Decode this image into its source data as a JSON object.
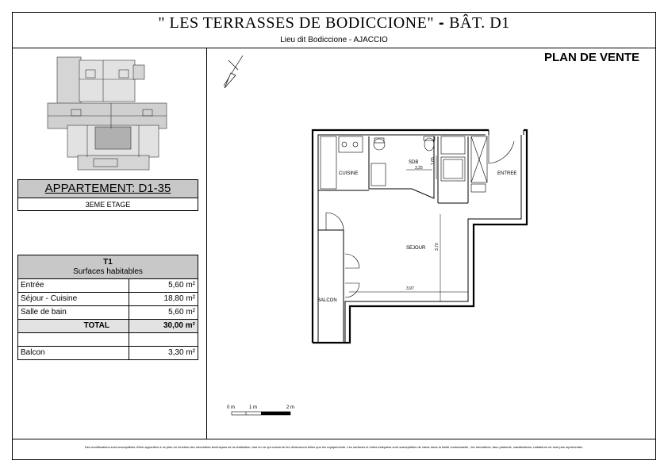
{
  "header": {
    "title_main": "\" LES TERRASSES DE BODICCIONE\"",
    "title_dash": "-",
    "title_bat": "BÂT. D1",
    "subtitle": "Lieu dit Bodiccione - AJACCIO",
    "plan_label": "PLAN DE VENTE"
  },
  "apartment": {
    "name": "APPARTEMENT: D1-35",
    "floor": "3EME ETAGE"
  },
  "surfaces": {
    "type": "T1",
    "caption": "Surfaces habitables",
    "rows": [
      {
        "label": "Entrée",
        "value": "5,60 m²"
      },
      {
        "label": "Séjour - Cuisine",
        "value": "18,80 m²"
      },
      {
        "label": "Salle de bain",
        "value": "5,60 m²"
      }
    ],
    "total_label": "TOTAL",
    "total_value": "30,00 m²",
    "balcony_label": "Balcon",
    "balcony_value": "3,30 m²"
  },
  "plan": {
    "rooms": {
      "cuisine": "CUISINE",
      "sdb": "SDB",
      "entree": "ENTREE",
      "sejour": "SEJOUR",
      "balcon": "BALCON"
    },
    "dims": {
      "sdb_width": "3,25",
      "sdb_depth": "1,65",
      "sejour_depth": "3,70",
      "sejour_width": "3,97"
    },
    "scale": {
      "s0": "0 m",
      "s1": "1 m",
      "s2": "2 m"
    }
  },
  "footer": {
    "disclaimer": "Des modifications sont susceptibles d'être apportées à ce plan en fonction des nécessités techniques de la réalisation, tant en ce qui concerne les dimensions telles que les équipements. Les surfaces et côtes indiquées sont susceptibles de varier dans la limite contractuelle ; les retombées, faux plafonds, canalisations, radiateurs ne sont pas représentés."
  }
}
